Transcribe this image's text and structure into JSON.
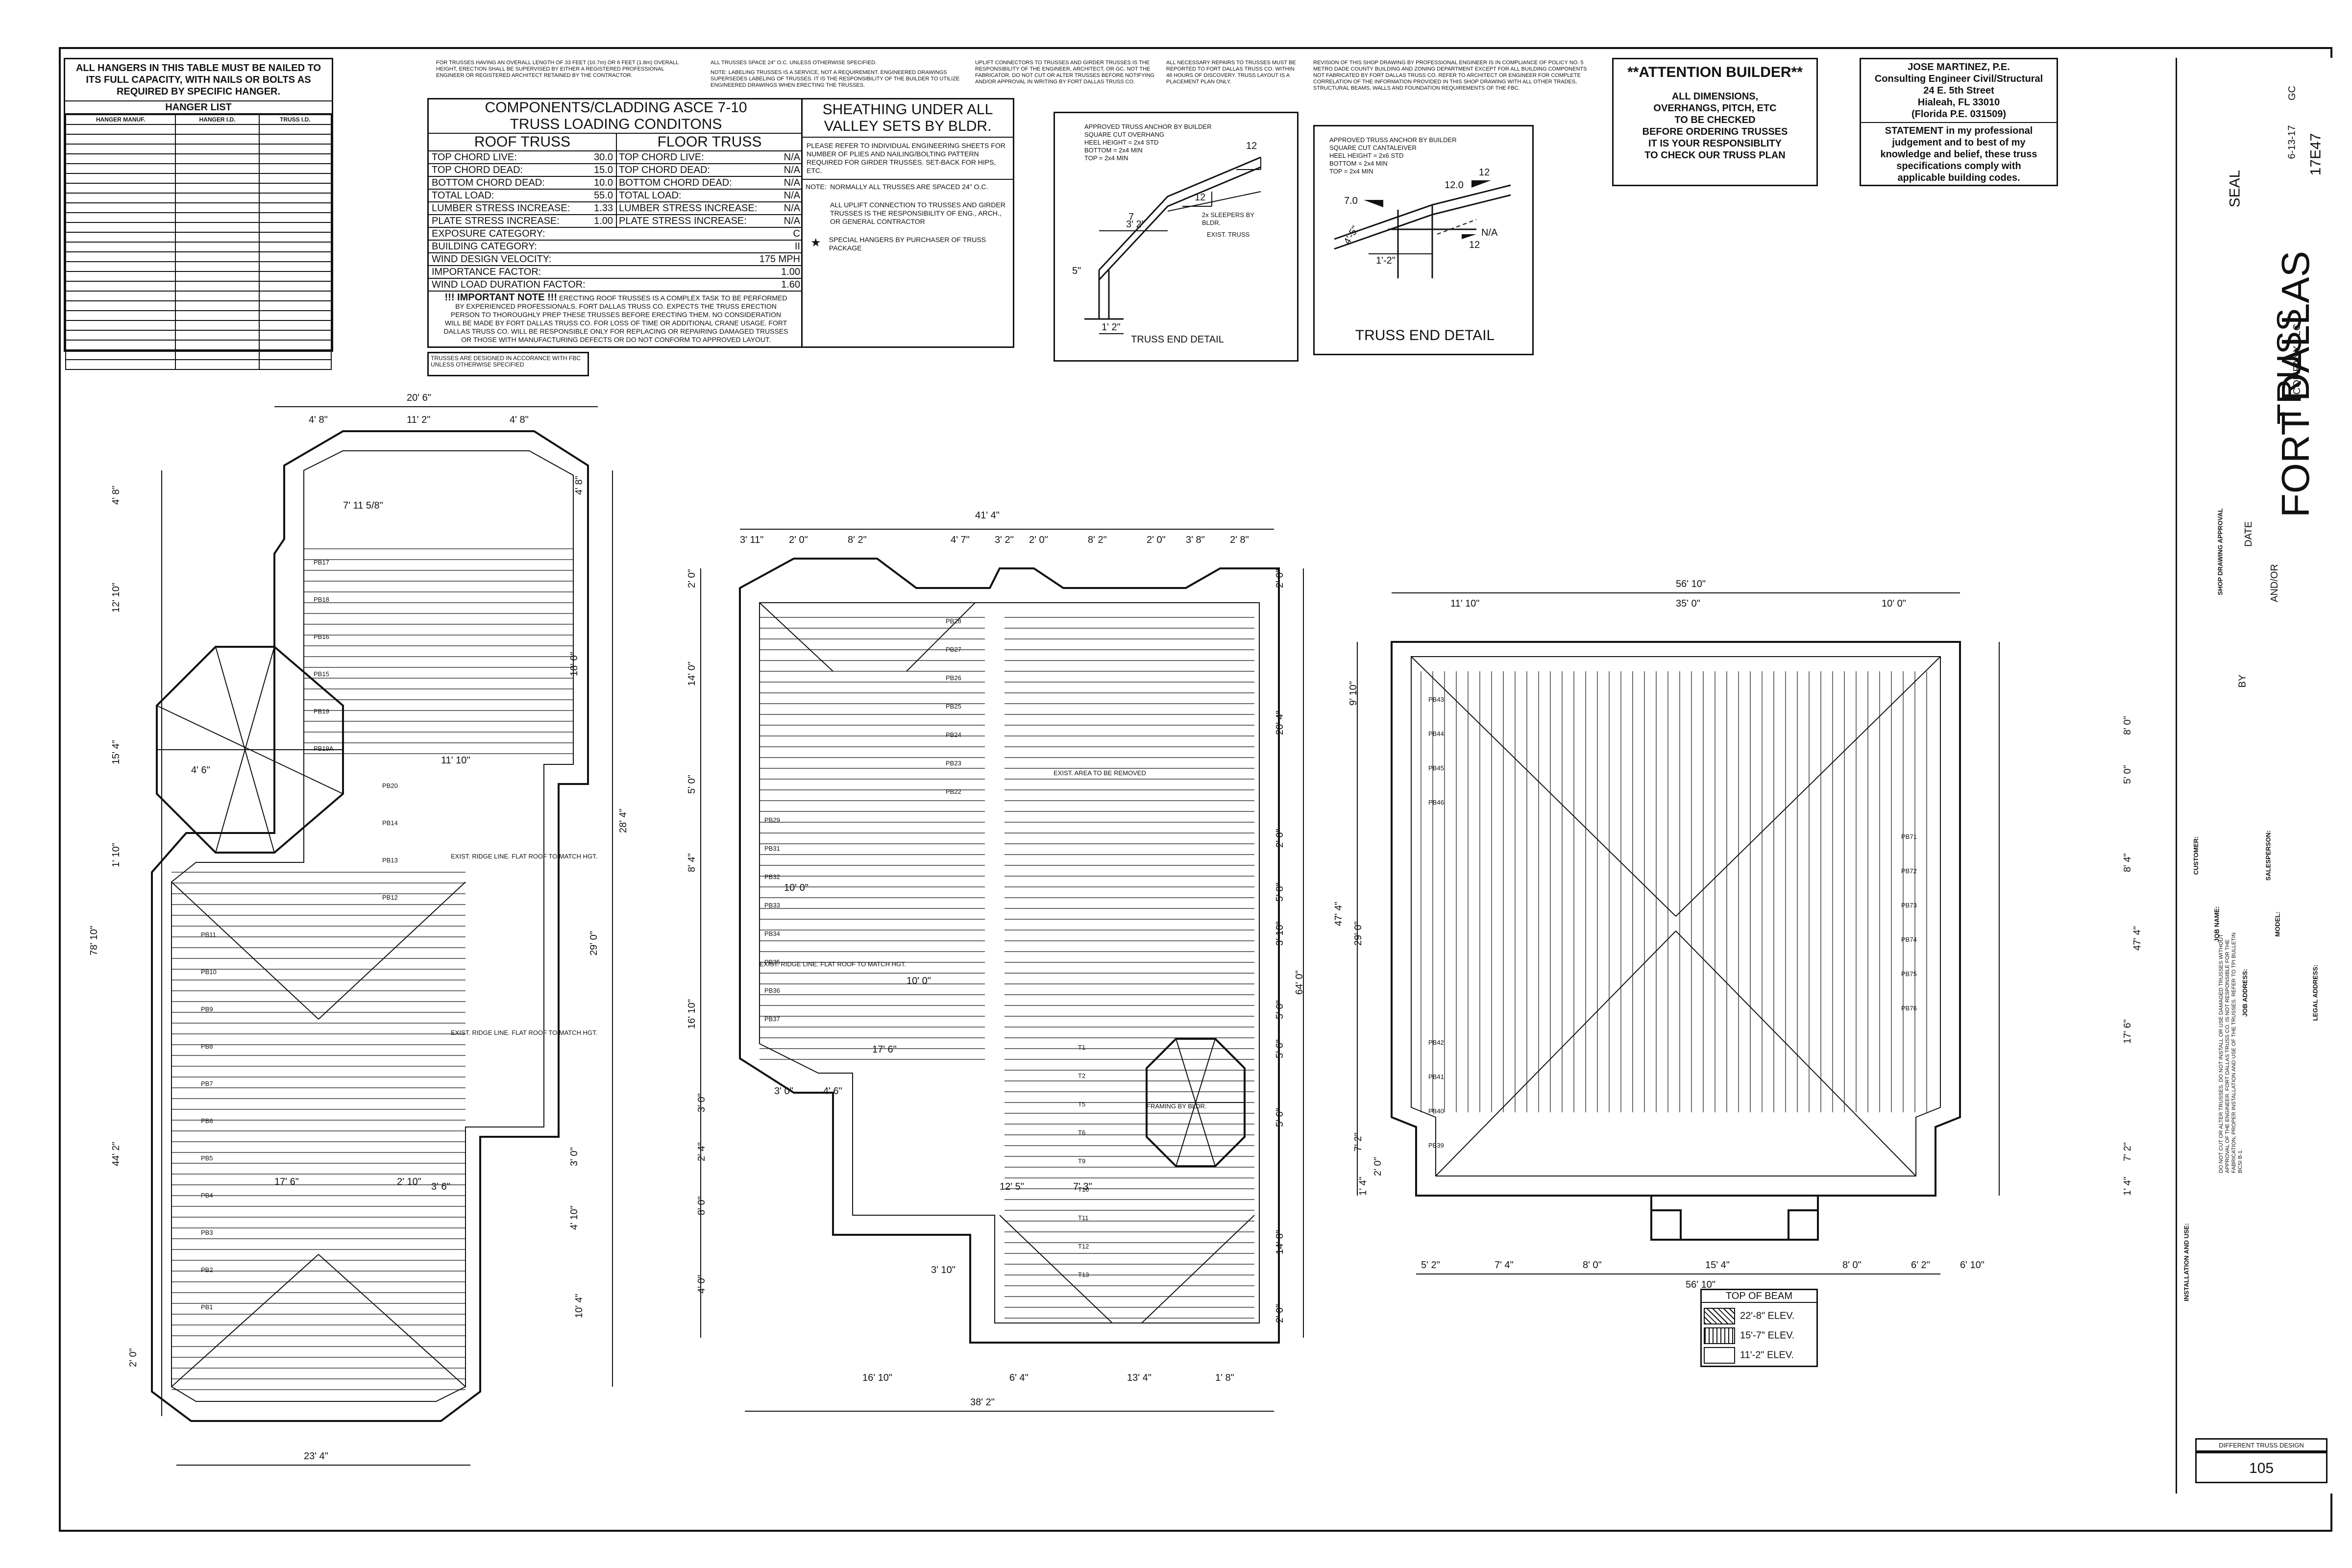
{
  "hanger_table": {
    "header": "ALL HANGERS IN THIS TABLE MUST BE NAILED TO ITS FULL CAPACITY, WITH NAILS OR BOLTS AS REQUIRED BY SPECIFIC HANGER.",
    "title": "HANGER LIST",
    "columns": [
      "HANGER MANUF.",
      "HANGER I.D.",
      "TRUSS I.D."
    ]
  },
  "notes": {
    "trusses_length": "FOR TRUSSES HAVING AN OVERALL LENGTH OF 33 FEET (10.7m) OR 6 FEET (1.8m) OVERALL HEIGHT, ERECTION SHALL BE SUPERVISED BY EITHER A REGISTERED PROFESSIONAL ENGINEER OR REGISTERED ARCHITECT RETAINED BY THE CONTRACTOR.",
    "trusses_spacing": "ALL TRUSSES SPACE 24\" O.C. UNLESS OTHERWISE SPECIFIED.",
    "labeling": "NOTE: LABELING TRUSSES IS A SERVICE, NOT A REQUIREMENT. ENGINEERED DRAWINGS SUPERSEDES LABELING OF TRUSSES. IT IS THE RESPONSIBILITY OF THE BUILDER TO UTILIZE ENGINEERED DRAWINGS WHEN ERECTING THE TRUSSES.",
    "uplift": "UPLIFT CONNECTORS TO TRUSSES AND GIRDER TRUSSES IS THE RESPONSIBILITY OF THE ENGINEER, ARCHITECT, OR GC. NOT THE FABRICATOR. DO NOT CUT OR ALTER TRUSSES BEFORE NOTIFYING AND/OR APPROVAL IN WRITING BY FORT DALLAS TRUSS CO.",
    "repairs": "ALL NECESSARY REPAIRS TO TRUSSES MUST BE REPORTED TO FORT DALLAS TRUSS CO. WITHIN 48 HOURS OF DISCOVERY. TRUSS LAYOUT IS A PLACEMENT PLAN ONLY.",
    "revision": "REVISION OF THIS SHOP DRAWING BY PROFESSIONAL ENGINEER IS IN COMPLIANCE OF POLICY NO. 5 METRO DADE COUNTY BUILDING AND ZONING DEPARTMENT EXCEPT FOR ALL BUILDING COMPONENTS NOT FABRICATED BY FORT DALLAS TRUSS CO. REFER TO ARCHITECT OR ENGINEER FOR COMPLETE CORRELATION OF THE INFORMATION PROVIDED IN THIS SHOP DRAWING WITH ALL OTHER TRADES, STRUCTURAL BEAMS, WALLS AND FOUNDATION REQUIREMENTS OF THE FBC.",
    "fbc": "TRUSSES ARE DESIGNED IN ACCORANCE WITH FBC UNLESS OTHERWISE SPECIFIED"
  },
  "loading": {
    "title1": "COMPONENTS/CLADDING ASCE 7-10",
    "title2": "TRUSS LOADING CONDITONS",
    "roof_heading": "ROOF TRUSS",
    "floor_heading": "FLOOR TRUSS",
    "roof": [
      {
        "label": "TOP CHORD LIVE:",
        "value": "30.0"
      },
      {
        "label": "TOP CHORD DEAD:",
        "value": "15.0"
      },
      {
        "label": "BOTTOM CHORD DEAD:",
        "value": "10.0"
      },
      {
        "label": "TOTAL LOAD:",
        "value": "55.0"
      },
      {
        "label": "LUMBER STRESS INCREASE:",
        "value": "1.33"
      },
      {
        "label": "PLATE STRESS INCREASE:",
        "value": "1.00"
      }
    ],
    "floor": [
      {
        "label": "TOP CHORD LIVE:",
        "value": "N/A"
      },
      {
        "label": "TOP CHORD DEAD:",
        "value": "N/A"
      },
      {
        "label": "BOTTOM CHORD DEAD:",
        "value": "N/A"
      },
      {
        "label": "TOTAL LOAD:",
        "value": "N/A"
      },
      {
        "label": "LUMBER STRESS INCREASE:",
        "value": "N/A"
      },
      {
        "label": "PLATE STRESS INCREASE:",
        "value": "N/A"
      }
    ],
    "general": [
      {
        "label": "EXPOSURE CATEGORY:",
        "value": "C"
      },
      {
        "label": "BUILDING CATEGORY:",
        "value": "II"
      },
      {
        "label": "WIND DESIGN VELOCITY:",
        "value": "175 MPH"
      },
      {
        "label": "IMPORTANCE FACTOR:",
        "value": "1.00"
      },
      {
        "label": "WIND LOAD DURATION FACTOR:",
        "value": "1.60"
      }
    ],
    "important_title": "!!! IMPORTANT NOTE !!!",
    "important_text": "ERECTING ROOF TRUSSES IS A COMPLEX TASK TO BE PERFORMED BY EXPERIENCED PROFESSIONALS. FORT DALLAS TRUSS CO. EXPECTS THE TRUSS ERECTION PERSON TO THOROUGHLY PREP THESE TRUSSES BEFORE ERECTING THEM. NO CONSIDERATION WILL BE MADE BY FORT DALLAS TRUSS CO. FOR LOSS OF TIME OR ADDITIONAL CRANE USAGE. FORT DALLAS TRUSS CO. WILL BE RESPONSIBLE ONLY FOR REPLACING OR REPAIRING DAMAGED TRUSSES OR THOSE WITH MANUFACTURING DEFECTS OR DO NOT CONFORM TO APPROVED LAYOUT."
  },
  "sheathing": {
    "title": "SHEATHING UNDER ALL VALLEY SETS BY BLDR.",
    "text1": "PLEASE REFER TO INDIVIDUAL ENGINEERING SHEETS FOR NUMBER OF PLIES AND NAILING/BOLTING PATTERN REQUIRED FOR GIRDER TRUSSES. SET-BACK FOR HIPS, ETC.",
    "note_label": "NOTE:",
    "note1": "NORMALLY ALL TRUSSES ARE SPACED 24\" O.C.",
    "note2": "ALL UPLIFT CONNECTION TO TRUSSES AND GIRDER TRUSSES IS THE RESPONSIBILITY OF ENG., ARCH., OR GENERAL CONTRACTOR",
    "note3": "SPECIAL HANGERS BY PURCHASER OF TRUSS PACKAGE"
  },
  "detail1": {
    "lines": [
      "APPROVED TRUSS ANCHOR BY BUILDER",
      "SQUARE CUT OVERHANG",
      "HEEL HEIGHT = 2x4 STD",
      "BOTTOM = 2x4 MIN",
      "TOP = 2x4 MIN"
    ],
    "pitch1": "12",
    "pitch2": "12",
    "pitch_rise": "7",
    "dim1": "3' 2\"",
    "dim2": "1' 2\"",
    "dim3": "5\"",
    "sleepers": "2x SLEEPERS BY BLDR.",
    "exist": "EXIST. TRUSS",
    "title": "TRUSS END DETAIL"
  },
  "detail2": {
    "lines": [
      "APPROVED TRUSS ANCHOR BY BUILDER",
      "SQUARE CUT CANTALEIVER",
      "HEEL HEIGHT = 2x6 STD",
      "BOTTOM = 2x4 MIN",
      "TOP = 2x4 MIN"
    ],
    "pitch_top": "12",
    "pitch_val": "12.0",
    "pitch_left": "7.0",
    "dim1": "1'-2\"",
    "dim2": "4'-5\"",
    "na": "N/A",
    "pitch_right": "12",
    "title": "TRUSS END DETAIL"
  },
  "attention": {
    "title": "**ATTENTION BUILDER**",
    "lines": [
      "ALL DIMENSIONS,",
      "OVERHANGS, PITCH, ETC",
      "TO BE CHECKED",
      "BEFORE ORDERING TRUSSES",
      "IT IS YOUR RESPONSIBLITY",
      "TO CHECK OUR TRUSS PLAN"
    ]
  },
  "engineer": {
    "lines": [
      "JOSE MARTINEZ, P.E.",
      "Consulting Engineer Civil/Structural",
      "24 E. 5th Street",
      "Hialeah, FL 33010",
      "(Florida P.E. 031509)"
    ],
    "statement": [
      "STATEMENT in my professional",
      "judgement and to best of my",
      "knowledge and belief, these truss",
      "specifications comply with",
      "applicable building codes."
    ]
  },
  "title_block": {
    "seal": "SEAL",
    "company1": "FORT DALLAS",
    "company2": "TRUSS",
    "company3": "COMPANY, LLC.",
    "date": "6-13-17",
    "by": "GC",
    "job": "17E47",
    "fields": [
      "CUSTOMER:",
      "JOB NAME:",
      "JOB ADDRESS:",
      "SALESPERSON:",
      "MODEL:",
      "LEGAL ADDRESS:"
    ],
    "approval": "SHOP DRAWING APPROVAL",
    "by_label": "BY",
    "date_label": "DATE",
    "andor": "AND/OR",
    "install_title": "INSTALLATION AND USE:",
    "install_text": "DO NOT CUT OR ALTER TRUSSES. DO NOT INSTALL OR USE DAMAGED TRUSSES WITHOUT APPROVAL OF THE ENGINEER. FORT DALLAS TRUSS CO. IS NOT RESPONSIBLE FOR THE FABRICATION, PROPER INSTALLATION AND USE OF THE TRUSSES. REFER TO TPI BULLETIN BCSI B-1.",
    "design": "DIFFERENT TRUSS DESIGN",
    "page": "105"
  },
  "plan1": {
    "dims_top": [
      "20' 6\"",
      "11' 2\"",
      "4' 8\"",
      "4' 8\""
    ],
    "dims_left": [
      "4' 8\"",
      "12' 10\"",
      "15' 4\"",
      "1' 10\"",
      "78' 10\"",
      "44' 2\"",
      "2' 0\""
    ],
    "dims_right": [
      "4' 8\"",
      "18' 0\"",
      "29' 0\"",
      "28' 4\"",
      "3' 0\"",
      "4' 10\"",
      "10' 4\""
    ],
    "dims_misc": [
      "11' 10\"",
      "4' 6\"",
      "17' 6\"",
      "2' 10\"",
      "3' 6\"",
      "23' 4\"",
      "7' 11 5/8\""
    ],
    "notes": [
      "EXIST. RIDGE LINE. FLAT ROOF TO MATCH HGT.",
      "EXIST. RIDGE LINE. FLAT ROOF TO MATCH HGT."
    ],
    "truss_labels": [
      "PB17",
      "PB18",
      "PB16",
      "PB15",
      "PB19",
      "PB19A",
      "PB20",
      "PB14",
      "PB13",
      "PB12",
      "PB11",
      "PB10",
      "PB9",
      "PB8",
      "PB7",
      "PB6",
      "PB5",
      "PB4",
      "PB3",
      "PB2",
      "PB1"
    ]
  },
  "plan2": {
    "dims_top": [
      "41' 4\"",
      "3' 11\"",
      "2' 0\"",
      "8' 2\"",
      "4' 7\"",
      "3' 2\"",
      "2' 0\"",
      "8' 2\"",
      "2' 0\"",
      "3' 8\"",
      "2' 8\""
    ],
    "dims_left": [
      "2' 0\"",
      "14' 0\"",
      "5' 0\"",
      "8' 4\"",
      "16' 10\"",
      "3' 0\"",
      "2' 4\"",
      "8' 0\"",
      "4' 0\""
    ],
    "dims_right": [
      "2' 0\"",
      "20' 4\"",
      "2' 0\"",
      "5' 8\"",
      "3' 10\"",
      "64' 0\"",
      "5' 0\"",
      "5' 6\"",
      "5' 6\"",
      "14' 8\"",
      "2' 0\""
    ],
    "dims_bottom": [
      "16' 10\"",
      "6' 4\"",
      "13' 4\"",
      "1' 8\"",
      "38' 2\""
    ],
    "dims_misc": [
      "10' 0\"",
      "10' 0\"",
      "17' 6\"",
      "3' 0\"",
      "4' 6\"",
      "12' 5\"",
      "7' 3\"",
      "3' 10\""
    ],
    "notes": [
      "EXIST. AREA TO BE REMOVED",
      "EXIST. RIDGE LINE. FLAT ROOF TO MATCH HGT.",
      "FRAMING BY BLDR."
    ],
    "truss_labels": [
      "PB28",
      "PB27",
      "PB26",
      "PB25",
      "PB24",
      "PB23",
      "PB22",
      "PB29",
      "PB31",
      "PB32",
      "PB33",
      "PB34",
      "PB35",
      "PB36",
      "PB37",
      "T1",
      "T2",
      "T5",
      "T6",
      "T9",
      "T10",
      "T11",
      "T12",
      "T13"
    ]
  },
  "plan3": {
    "dims_top": [
      "56' 10\"",
      "11' 10\"",
      "35' 0\"",
      "10' 0\""
    ],
    "dims_left": [
      "9' 10\"",
      "47' 4\"",
      "29' 0\"",
      "7' 2\"",
      "2' 0\"",
      "1' 4\""
    ],
    "dims_right": [
      "8' 0\"",
      "5' 0\"",
      "8' 4\"",
      "47' 4\"",
      "17' 6\"",
      "7' 2\"",
      "1' 4\""
    ],
    "dims_bottom": [
      "5' 2\"",
      "7' 4\"",
      "8' 0\"",
      "15' 4\"",
      "8' 0\"",
      "6' 2\"",
      "6' 10\"",
      "56' 10\""
    ],
    "truss_labels": [
      "PB43",
      "PB44",
      "PB45",
      "PB46",
      "PB71",
      "PB72",
      "PB73",
      "PB74",
      "PB75",
      "PB76",
      "PB42",
      "PB41",
      "PB40",
      "PB39"
    ]
  },
  "legend": {
    "title": "TOP OF BEAM",
    "items": [
      {
        "label": "22'-8\" ELEV.",
        "pattern": "hatch"
      },
      {
        "label": "15'-7\" ELEV.",
        "pattern": "vertical"
      },
      {
        "label": "11'-2\" ELEV.",
        "pattern": "blank"
      }
    ]
  }
}
